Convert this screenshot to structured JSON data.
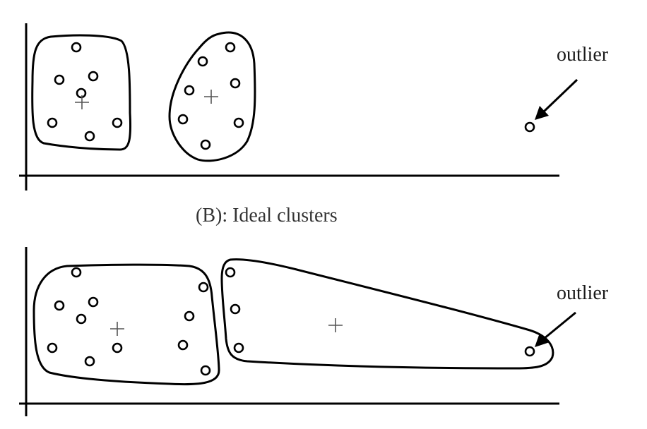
{
  "panel_top": {
    "outlier_label": "outlier",
    "caption": "(B): Ideal clusters"
  },
  "panel_bottom": {
    "outlier_label": "outlier"
  }
}
